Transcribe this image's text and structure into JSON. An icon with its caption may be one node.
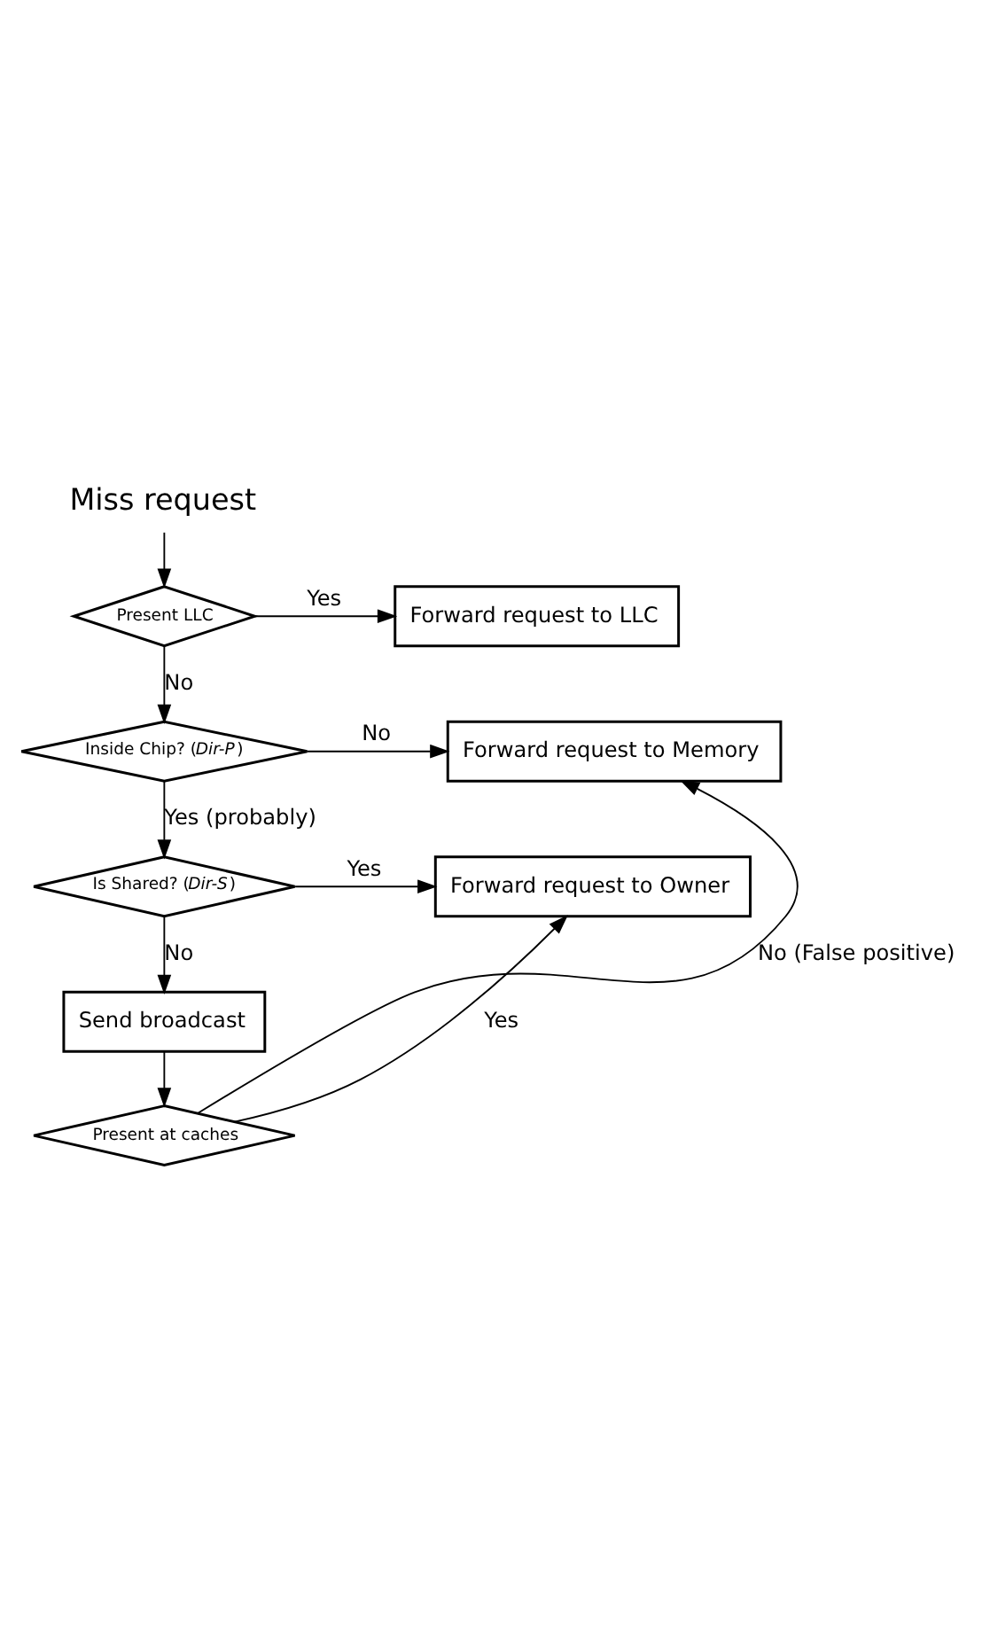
{
  "diagram": {
    "nodes": [
      {
        "text": [
          "Miss request"
        ]
      },
      {
        "text": [
          "Present LLC"
        ]
      },
      {
        "text": [
          "Forward request to LLC"
        ]
      },
      {
        "text": [
          "Inside Chip? (*Dir-P*)"
        ]
      },
      {
        "text": [
          "Forward request to Memory"
        ]
      },
      {
        "text": [
          "Is Shared? (*Dir-S*)"
        ]
      },
      {
        "text": [
          "Forward request to Owner"
        ]
      },
      {
        "text": [
          "Send broadcast"
        ]
      },
      {
        "text": [
          "Present at caches"
        ]
      }
    ],
    "edges": [
      {
        "from": 0,
        "to": 1,
        "arrow": "to"
      },
      {
        "from": 1,
        "to": 2,
        "arrow": "to",
        "label": "Yes"
      },
      {
        "from": 1,
        "to": 3,
        "arrow": "to",
        "label": "No"
      },
      {
        "from": 3,
        "to": 4,
        "arrow": "to",
        "label": "No"
      },
      {
        "from": 3,
        "to": 5,
        "arrow": "to",
        "label": "Yes (probably)"
      },
      {
        "from": 5,
        "to": 6,
        "arrow": "to",
        "label": "Yes"
      },
      {
        "from": 5,
        "to": 7,
        "arrow": "to",
        "label": "No"
      },
      {
        "from": 7,
        "to": 8,
        "arrow": "to"
      },
      {
        "from": 8,
        "to": 6,
        "arrow": "to",
        "label": "Yes"
      },
      {
        "from": 8,
        "to": 4,
        "arrow": "to",
        "label": "No (False positive)"
      }
    ]
  }
}
